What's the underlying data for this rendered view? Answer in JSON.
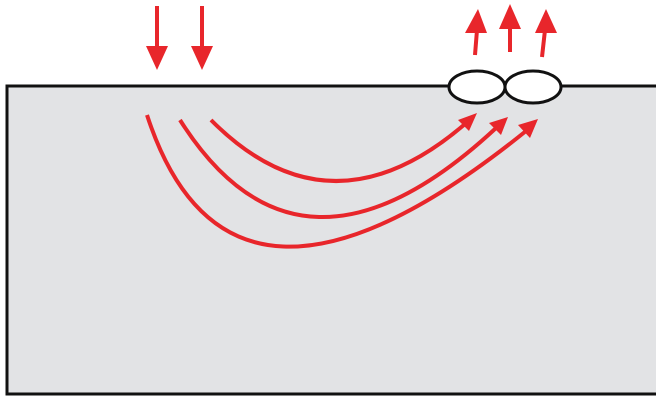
{
  "diagram": {
    "colors": {
      "background": "#ffffff",
      "block_fill": "#e2e3e5",
      "block_stroke": "#111111",
      "flow": "#e8262b",
      "defect_fill": "#ffffff",
      "defect_stroke": "#111111"
    },
    "incoming_arrow_count": 2,
    "outgoing_arrow_count": 3,
    "flow_arc_count": 3,
    "surface_defect_count": 2,
    "incoming_direction": "down",
    "outgoing_direction": "up",
    "icons": [
      "arrow-down-icon",
      "arrow-up-icon",
      "curved-arrow-icon",
      "ellipse-defect-icon"
    ]
  }
}
